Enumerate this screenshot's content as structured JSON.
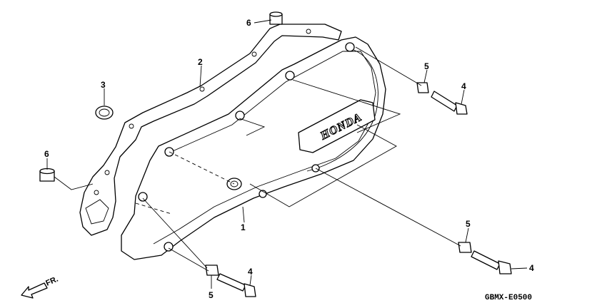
{
  "brand_text": "HONDA",
  "direction_label": "FR.",
  "diagram_code": "GBMX-E0500",
  "callouts": [
    {
      "id": "1"
    },
    {
      "id": "2"
    },
    {
      "id": "3"
    },
    {
      "id": "4"
    },
    {
      "id": "4"
    },
    {
      "id": "5"
    },
    {
      "id": "5"
    },
    {
      "id": "5"
    },
    {
      "id": "6"
    },
    {
      "id": "6"
    }
  ]
}
